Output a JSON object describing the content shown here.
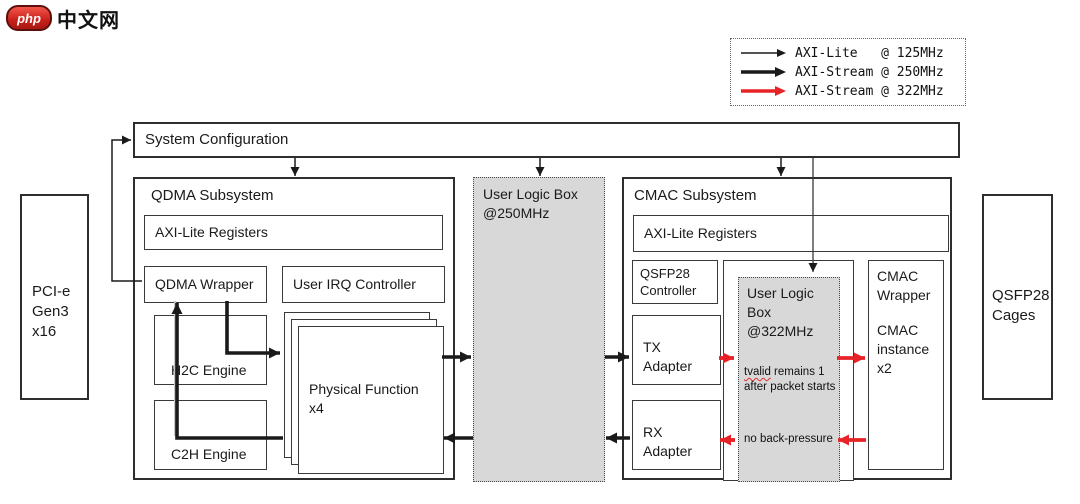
{
  "logo": {
    "badge": "php",
    "site": "中文网"
  },
  "legend": {
    "items": [
      {
        "label": "AXI-Lite   @ 125MHz",
        "style": "thin-black"
      },
      {
        "label": "AXI-Stream @ 250MHz",
        "style": "thick-black"
      },
      {
        "label": "AXI-Stream @ 322MHz",
        "style": "thick-red"
      }
    ]
  },
  "system_configuration": {
    "label": "System Configuration"
  },
  "pcie": {
    "label": "PCI-e\nGen3\nx16"
  },
  "qsfp_cages": {
    "label": "QSFP28\nCages"
  },
  "qdma": {
    "title": "QDMA Subsystem",
    "axi_lite_registers": "AXI-Lite Registers",
    "qdma_wrapper": "QDMA Wrapper",
    "user_irq_controller": "User IRQ Controller",
    "h2c_engine": "H2C Engine",
    "c2h_engine": "C2H Engine",
    "physical_function": "Physical Function\nx4"
  },
  "user_logic_250": {
    "label": "User Logic Box\n@250MHz"
  },
  "cmac": {
    "title": "CMAC Subsystem",
    "axi_lite_registers": "AXI-Lite Registers",
    "qsfp28_controller": "QSFP28\nController",
    "tx_adapter": "TX\nAdapter",
    "rx_adapter": "RX\nAdapter",
    "user_logic_322": "User Logic\nBox\n@322MHz",
    "note_tvalid_word": "tvalid",
    "note_tvalid_rest": " remains 1\nafter packet starts",
    "note_backpressure": "no back-pressure",
    "cmac_wrapper": "CMAC\nWrapper",
    "cmac_instance": "CMAC\ninstance\nx2"
  },
  "colors": {
    "axi_stream_322": "#e82327",
    "line_black": "#1a1a1a",
    "user_logic_fill": "#d8d8d8",
    "logo_red": "#c8201a"
  }
}
